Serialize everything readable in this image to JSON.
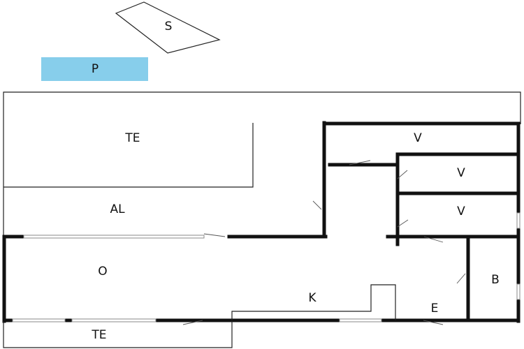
{
  "rooms": {
    "s": "S",
    "p": "P",
    "te_top": "TE",
    "al": "AL",
    "o": "O",
    "k": "K",
    "e": "E",
    "b": "B",
    "v1": "V",
    "v2": "V",
    "v3": "V",
    "te_bottom": "TE"
  },
  "colors": {
    "pool": "#87CEEB",
    "wall": "#111111",
    "line": "#222222"
  }
}
